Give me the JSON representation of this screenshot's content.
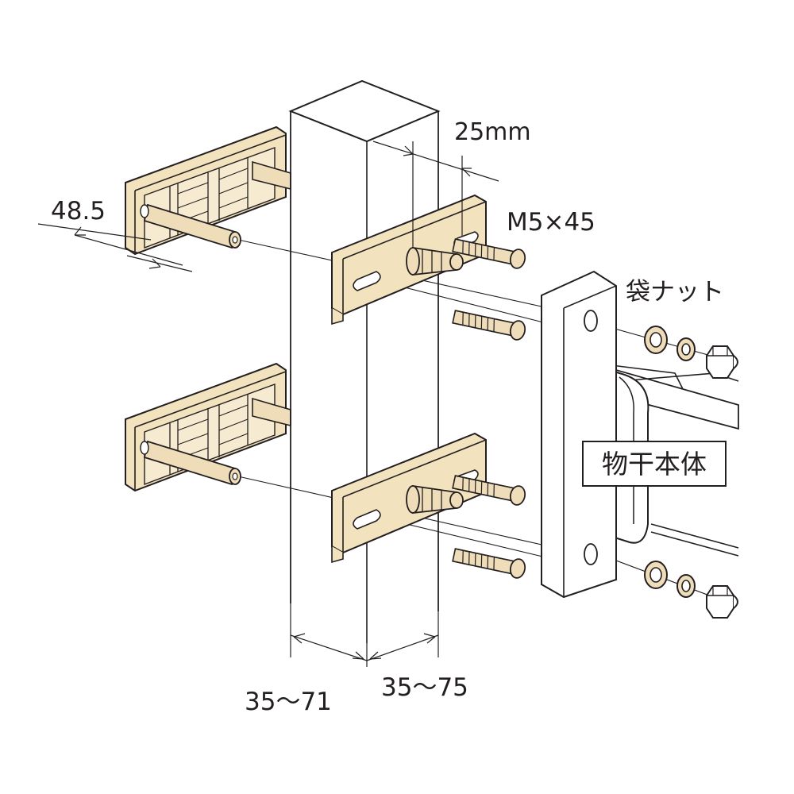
{
  "labels": {
    "depth_48_5": "48.5",
    "gap_25mm": "25mm",
    "bolt_spec": "M5×45",
    "cap_nut": "袋ナット",
    "body": "物干本体",
    "range_left": "35～71",
    "range_right": "35～75"
  },
  "colors": {
    "bracket_fill": "#f2e2bd",
    "bolt_fill": "#eeddb8",
    "outline": "#231f20",
    "post_fill": "#ffffff"
  }
}
